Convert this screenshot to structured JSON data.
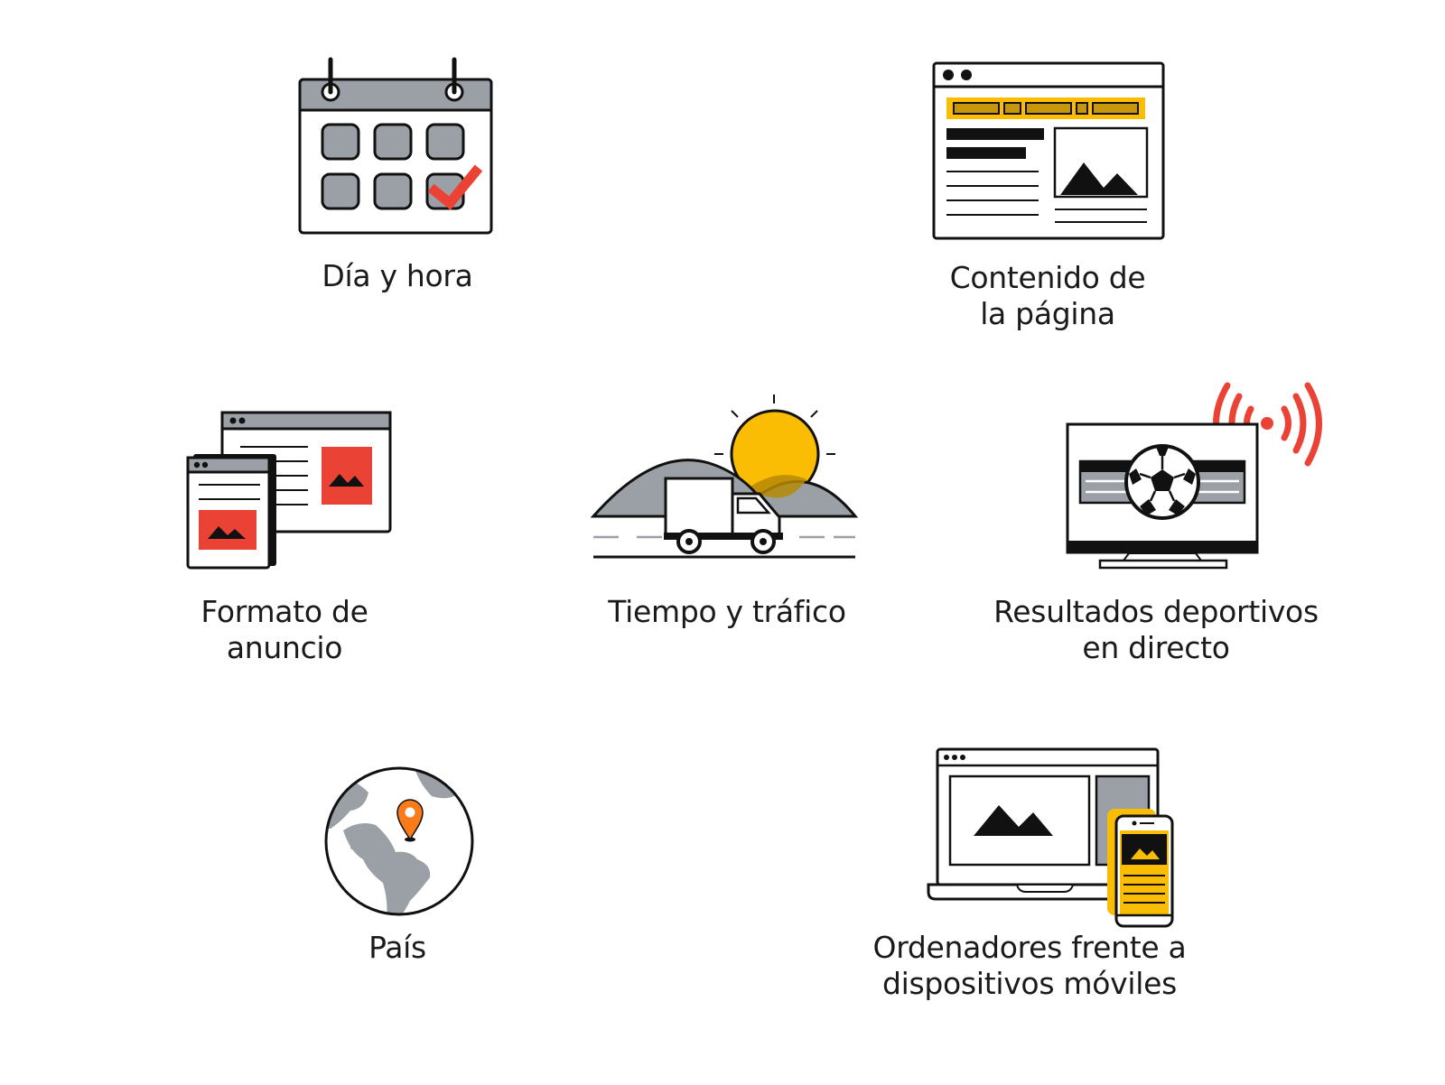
{
  "colors": {
    "outline": "#111111",
    "gray": "#9aa0a6",
    "red": "#ea4335",
    "yellow": "#fbbc04",
    "dark_yellow": "#c8960a",
    "orange": "#fa7b17",
    "white": "#ffffff"
  },
  "items": [
    {
      "id": "date-time",
      "icon": "calendar-icon",
      "lines": [
        "Día y hora"
      ]
    },
    {
      "id": "page-content",
      "icon": "webpage-content-icon",
      "lines": [
        "Contenido de",
        "la página"
      ]
    },
    {
      "id": "ad-format",
      "icon": "ad-format-icon",
      "lines": [
        "Formato de",
        "anuncio"
      ]
    },
    {
      "id": "weather-traffic",
      "icon": "weather-traffic-icon",
      "lines": [
        "Tiempo y tráfico"
      ]
    },
    {
      "id": "live-sports",
      "icon": "live-sports-tv-icon",
      "lines": [
        "Resultados deportivos",
        "en directo"
      ]
    },
    {
      "id": "country",
      "icon": "globe-location-icon",
      "lines": [
        "País"
      ]
    },
    {
      "id": "desktop-mobile",
      "icon": "desktop-vs-mobile-icon",
      "lines": [
        "Ordenadores frente a",
        "dispositivos móviles"
      ]
    }
  ]
}
